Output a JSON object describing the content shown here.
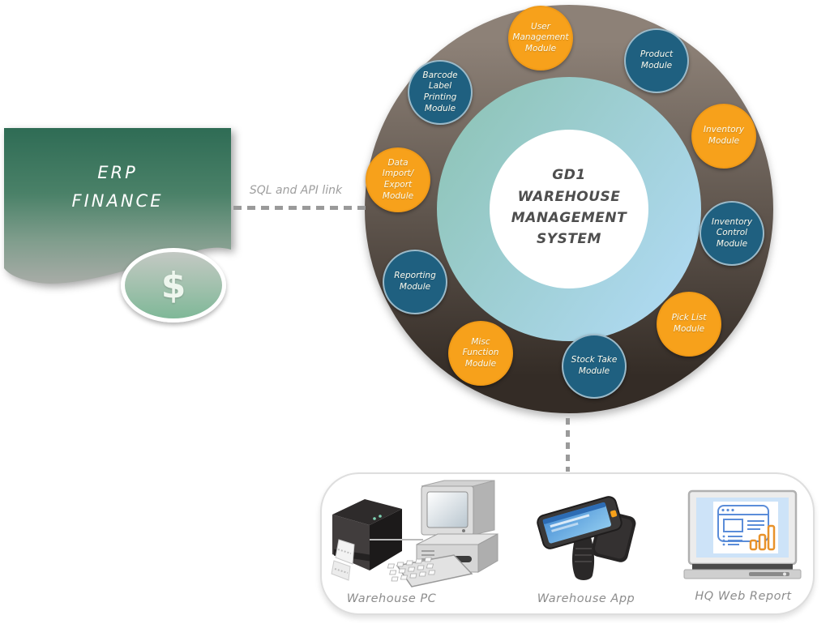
{
  "diagram": {
    "hub": {
      "title": "GD1\nWAREHOUSE\nMANAGEMENT\nSYSTEM"
    },
    "modules": [
      {
        "id": "user-management",
        "label": "User\nManagement\nModule",
        "color": "#F7A11B"
      },
      {
        "id": "product",
        "label": "Product\nModule",
        "color": "#1F6080"
      },
      {
        "id": "inventory",
        "label": "Inventory\nModule",
        "color": "#F7A11B"
      },
      {
        "id": "inventory-control",
        "label": "Inventory\nControl\nModule",
        "color": "#1F6080"
      },
      {
        "id": "pick-list",
        "label": "Pick List\nModule",
        "color": "#F7A11B"
      },
      {
        "id": "stock-take",
        "label": "Stock Take\nModule",
        "color": "#1F6080"
      },
      {
        "id": "misc-function",
        "label": "Misc\nFunction\nModule",
        "color": "#F7A11B"
      },
      {
        "id": "reporting",
        "label": "Reporting\nModule",
        "color": "#1F6080"
      },
      {
        "id": "data-import-export",
        "label": "Data\nImport/\nExport\nModule",
        "color": "#F7A11B"
      },
      {
        "id": "barcode-label-printing",
        "label": "Barcode\nLabel\nPrinting\nModule",
        "color": "#1F6080"
      }
    ]
  },
  "erp": {
    "title": "ERP\nFINANCE",
    "currency_symbol": "$"
  },
  "connectors": {
    "sql_api_label": "SQL and API link"
  },
  "devices": [
    {
      "id": "warehouse-pc",
      "label": "Warehouse PC"
    },
    {
      "id": "warehouse-app",
      "label": "Warehouse App"
    },
    {
      "id": "hq-web-report",
      "label": "HQ Web Report"
    }
  ],
  "colors": {
    "module_orange": "#F7A11B",
    "module_teal": "#1F6080",
    "ring_top": "#8D8177",
    "ring_bottom": "#342C26",
    "inner_disc_green": "#8BC2B2",
    "inner_disc_blue": "#AED9F0",
    "erp_green_top": "#2F6C55",
    "erp_gray_bottom": "#A8ACA7",
    "connector_gray": "#9A9A9A"
  }
}
